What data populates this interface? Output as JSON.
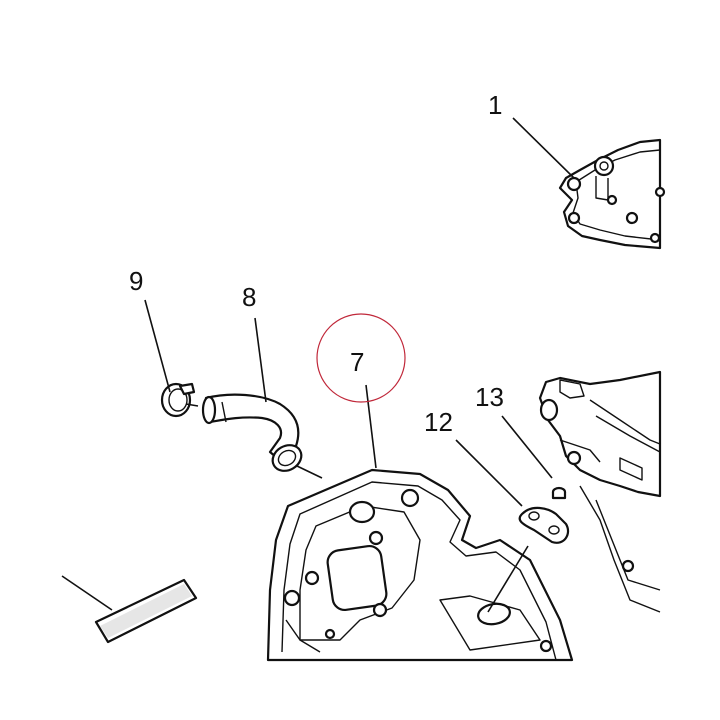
{
  "diagram": {
    "callouts": [
      {
        "id": "1",
        "label": "1"
      },
      {
        "id": "7",
        "label": "7"
      },
      {
        "id": "8",
        "label": "8"
      },
      {
        "id": "9",
        "label": "9"
      },
      {
        "id": "12",
        "label": "12"
      },
      {
        "id": "13",
        "label": "13"
      }
    ],
    "highlight_color": "#c0283a"
  }
}
